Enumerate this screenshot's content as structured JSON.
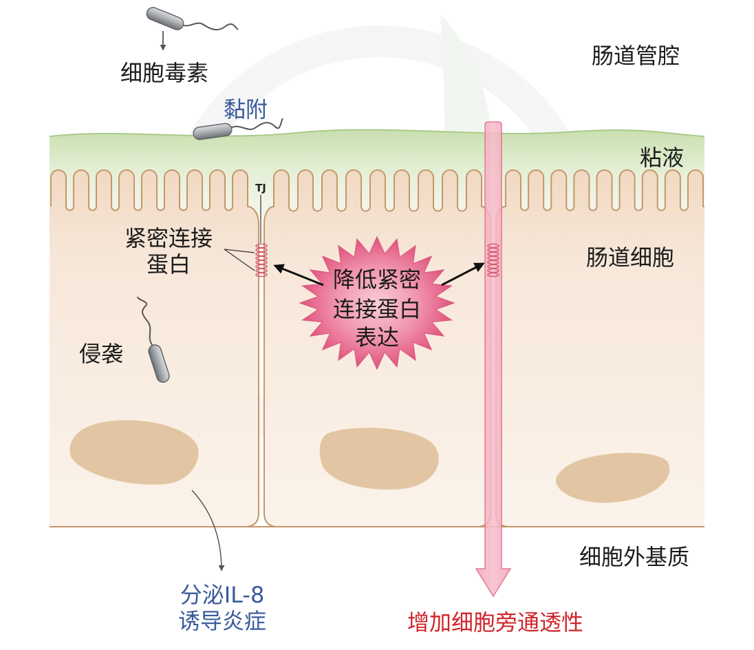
{
  "diagram": {
    "labels": {
      "cytotoxin": "细胞毒素",
      "intestinal_lumen": "肠道管腔",
      "adhesion": "黏附",
      "mucus": "粘液",
      "tj": "TJ",
      "tight_junction_protein": [
        "紧密连接",
        "蛋白"
      ],
      "reduce_tj_expression": [
        "降低紧密",
        "连接蛋白",
        "表达"
      ],
      "intestinal_cells": "肠道细胞",
      "invasion": "侵袭",
      "extracellular_matrix": "细胞外基质",
      "il8": [
        "分泌IL-8",
        "诱导炎症"
      ],
      "paracellular_permeability": "增加细胞旁通透性"
    },
    "icons": [
      "bacterium-icon",
      "flagellum-icon",
      "starburst-icon",
      "arrow-icon"
    ]
  },
  "colors": {
    "text_default": "#1b1b1b",
    "adhesion_text": "#3a5a9c",
    "il8_text": "#3a5a9c",
    "permeability_text": "#d0252b",
    "membrane": "#c4976a",
    "nucleus": "#e2c6a3",
    "tight_junction": "#d65a70",
    "starburst_edge": "#db5a80",
    "permeability_arrow": "#f29ab2",
    "permeability_arrow_edge": "#e07994"
  }
}
